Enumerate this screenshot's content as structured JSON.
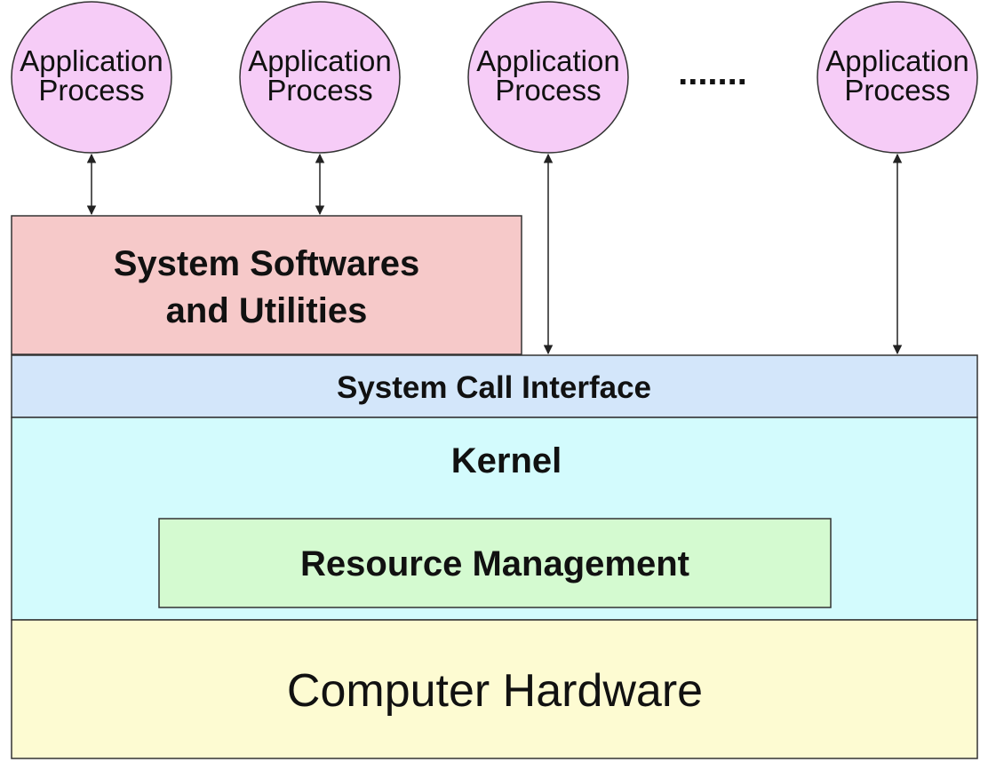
{
  "processes": [
    {
      "line1": "Application",
      "line2": "Process"
    },
    {
      "line1": "Application",
      "line2": "Process"
    },
    {
      "line1": "Application",
      "line2": "Process"
    },
    {
      "line1": "Application",
      "line2": "Process"
    }
  ],
  "ellipsis": ".......",
  "system_softwares": {
    "line1": "System Softwares",
    "line2": "and Utilities"
  },
  "system_call_interface": "System Call Interface",
  "kernel": "Kernel",
  "resource_management": "Resource Management",
  "computer_hardware": "Computer Hardware",
  "colors": {
    "process_fill": "#f6ccf7",
    "system_softwares_fill": "#f6c9c9",
    "system_call_fill": "#d3e6fa",
    "kernel_fill": "#d3fbfd",
    "resource_fill": "#d4fad0",
    "hardware_fill": "#fdfbd2",
    "stroke": "#333333"
  }
}
